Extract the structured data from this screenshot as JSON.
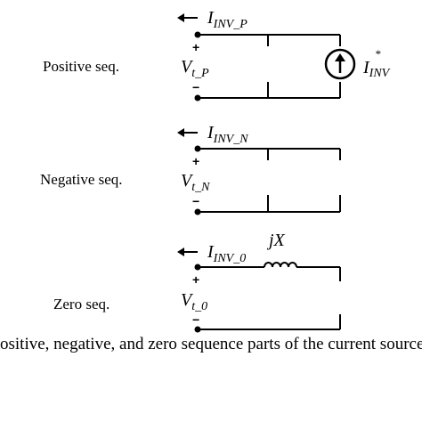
{
  "sequences": {
    "positive": {
      "label": "Positive seq.",
      "current": {
        "main": "I",
        "sub": "INV_P"
      },
      "voltage": {
        "main": "V",
        "sub": "t_P"
      },
      "plus": "+",
      "minus": "−"
    },
    "negative": {
      "label": "Negative seq.",
      "current": {
        "main": "I",
        "sub": "INV_N"
      },
      "voltage": {
        "main": "V",
        "sub": "t_N"
      },
      "plus": "+",
      "minus": "−"
    },
    "zero": {
      "label": "Zero seq.",
      "current": {
        "main": "I",
        "sub": "INV_0"
      },
      "voltage": {
        "main": "V",
        "sub": "t_0"
      },
      "plus": "+",
      "minus": "−",
      "reactance": "jX"
    }
  },
  "source": {
    "main": "I",
    "sup": "*",
    "sub": "INV"
  },
  "caption": "ositive, negative, and zero sequence parts of the current source"
}
